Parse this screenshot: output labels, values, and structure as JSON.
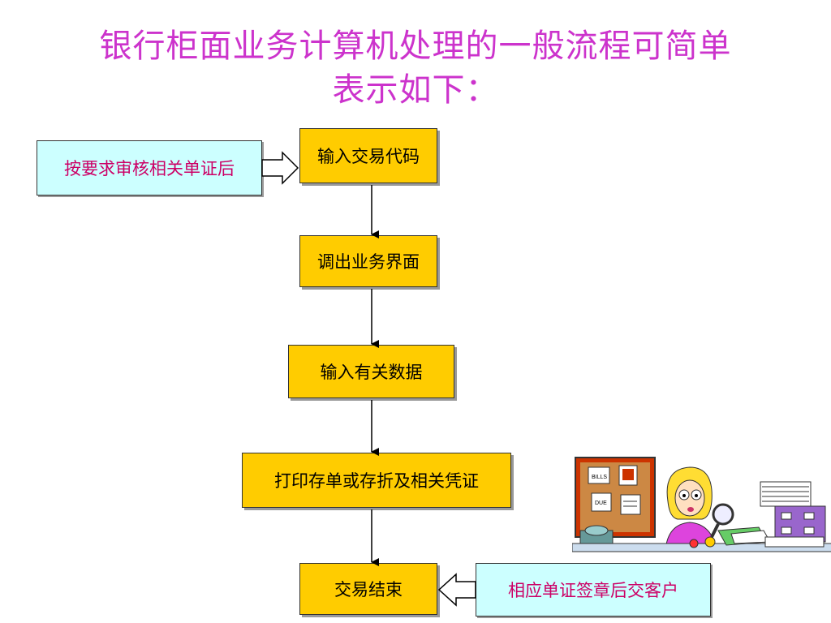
{
  "title": {
    "line1": "银行柜面业务计算机处理的一般流程可简单",
    "line2": "表示如下："
  },
  "steps": [
    "输入交易代码",
    "调出业务界面",
    "输入有关数据",
    "打印存单或存折及相关凭证",
    "交易结束"
  ],
  "notes": {
    "input": "按要求审核相关单证后",
    "output": "相应单证签章后交客户"
  },
  "clipart": {
    "icon": "bank-clerk-illustration",
    "board_notes": [
      "BILLS",
      "DUE"
    ]
  },
  "colors": {
    "title": "#cc33cc",
    "step_fill": "#ffcc00",
    "note_fill": "#ccffff",
    "note_text": "#cc0066"
  }
}
